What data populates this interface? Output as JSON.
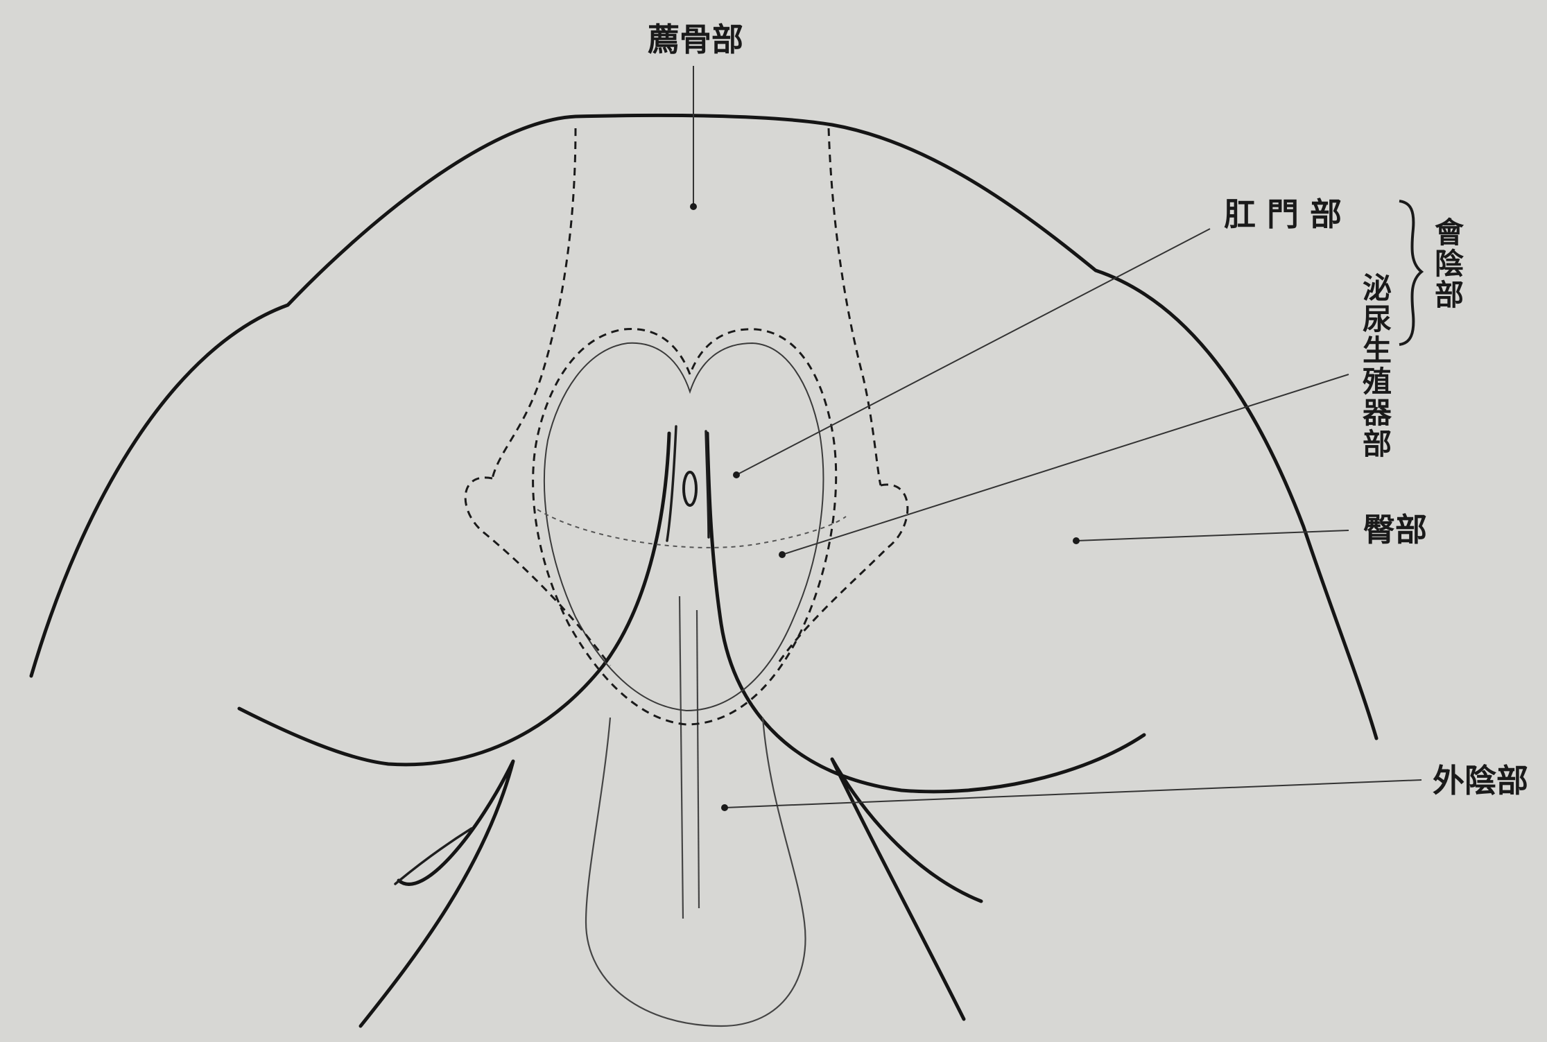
{
  "labels": {
    "sacral": "薦骨部",
    "anal": "肛 門 部",
    "perineal": "會陰部",
    "urogenital": "泌尿生殖器部",
    "gluteal": "臀部",
    "external_genital": "外陰部"
  },
  "colors": {
    "background": "#d7d7d4",
    "ink": "#151515"
  }
}
